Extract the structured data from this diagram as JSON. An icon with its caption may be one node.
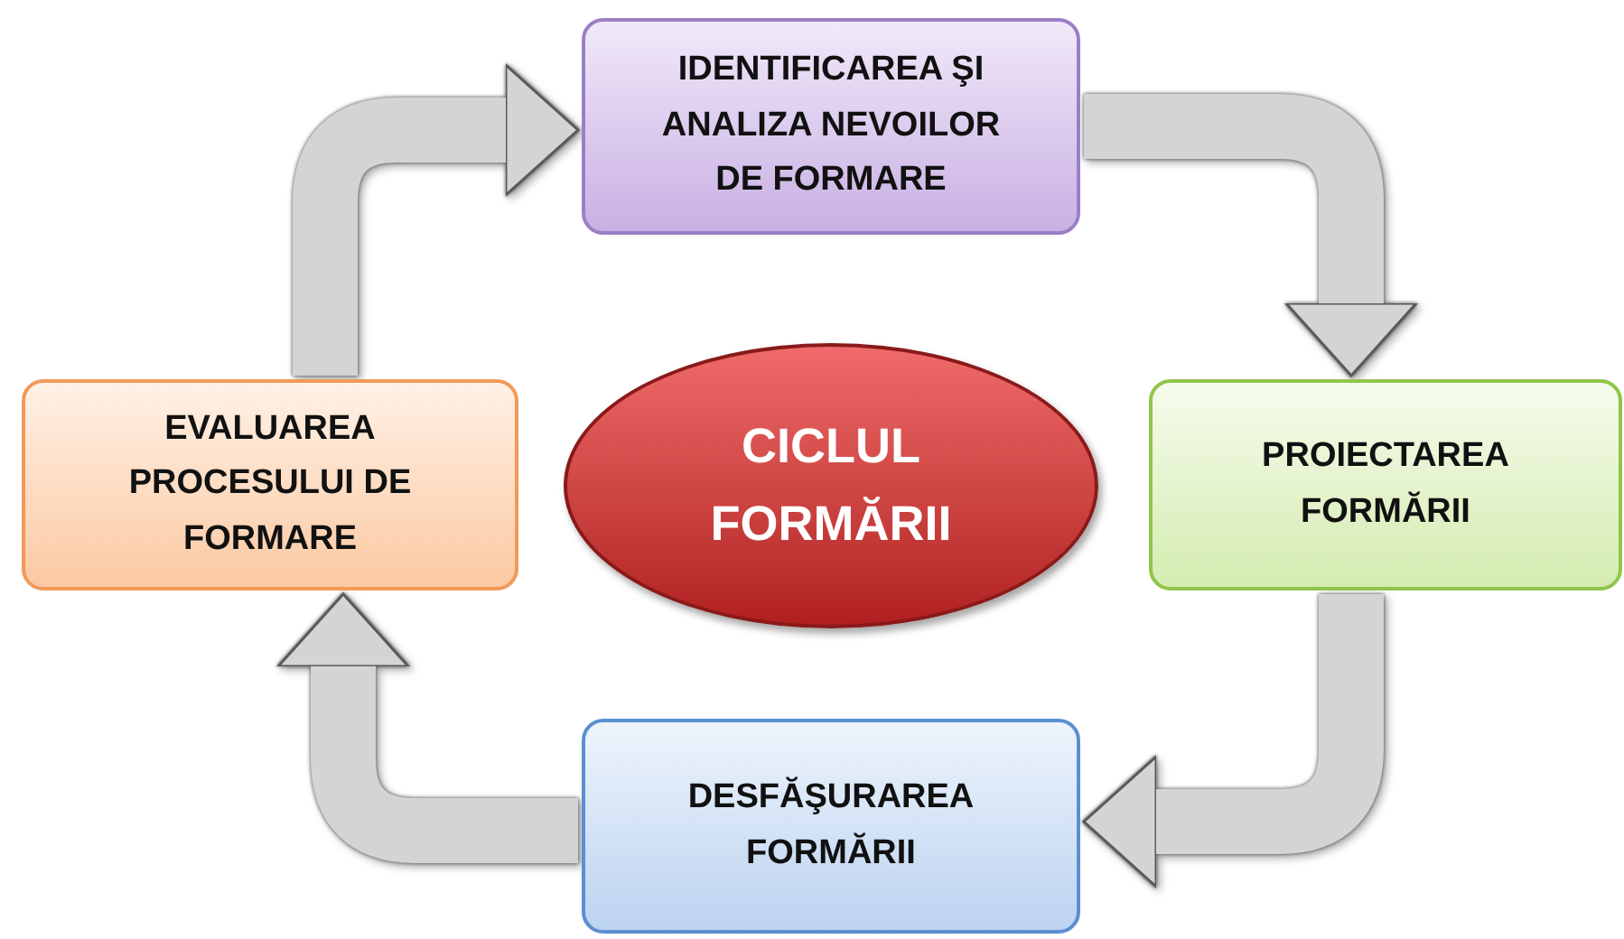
{
  "diagram": {
    "nodes": [
      {
        "text": [
          "IDENTIFICAREA ŞI ANALIZA NEVOILOR DE FORMARE"
        ]
      },
      {
        "text": [
          "PROIECTAREA FORMĂRII"
        ]
      },
      {
        "text": [
          "DESFĂŞURAREA FORMĂRII"
        ]
      },
      {
        "text": [
          "EVALUAREA PROCESULUI DE FORMARE"
        ]
      },
      {
        "text": [
          "CICLUL FORMĂRII"
        ]
      }
    ],
    "edges": [
      {
        "from": 0,
        "to": 1,
        "arrow": "to"
      },
      {
        "from": 1,
        "to": 2,
        "arrow": "to"
      },
      {
        "from": 2,
        "to": 3,
        "arrow": "to"
      },
      {
        "from": 3,
        "to": 0,
        "arrow": "to"
      }
    ]
  }
}
